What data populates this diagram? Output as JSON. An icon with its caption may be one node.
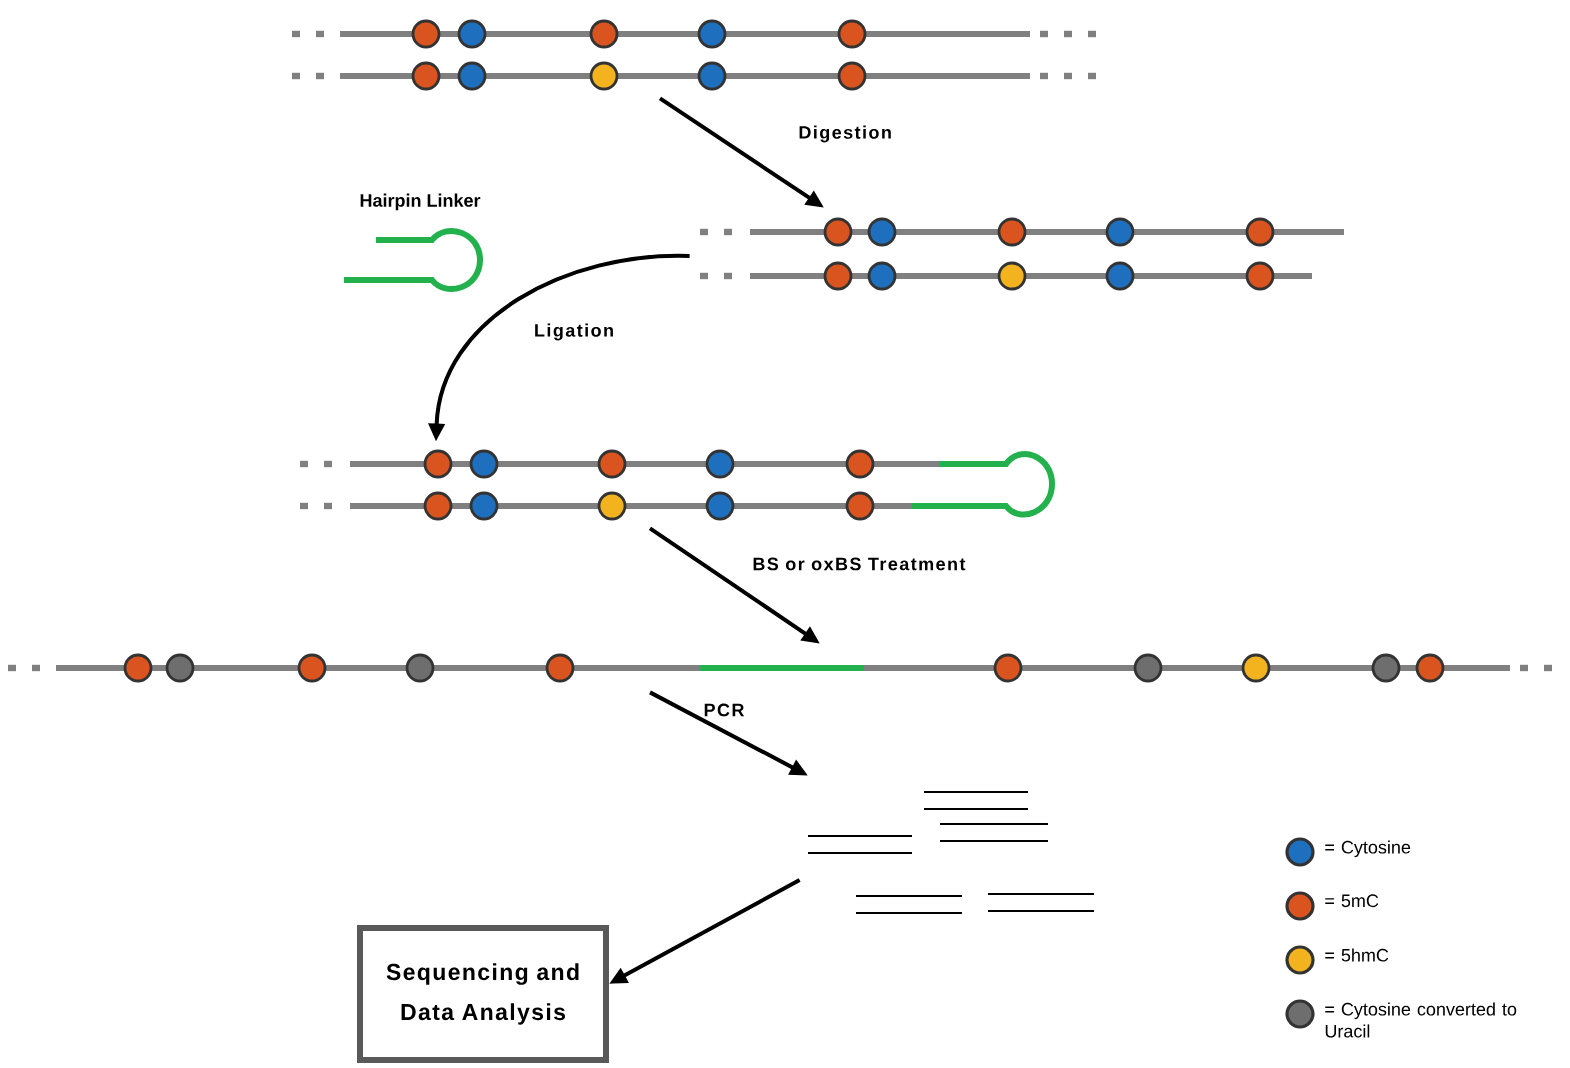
{
  "diagram": {
    "nodes": [
      {
        "text": [],
        "shape": "picture"
      },
      {
        "text": [],
        "shape": "picture"
      },
      {
        "text": [],
        "shape": "picture"
      },
      {
        "text": [],
        "shape": "picture"
      },
      {
        "text": [],
        "shape": "picture"
      },
      {
        "text": [
          "Sequencing and Data Analysis"
        ]
      }
    ],
    "edges": [
      {
        "from": 0,
        "to": 1,
        "arrow": "to",
        "label": "Digestion"
      },
      {
        "from": 1,
        "to": 2,
        "arrow": "to",
        "label": "Ligation"
      },
      {
        "from": 2,
        "to": 3,
        "arrow": "to",
        "label": "BS or oxBS Treatment"
      },
      {
        "from": 3,
        "to": 4,
        "arrow": "to",
        "label": "PCR"
      },
      {
        "from": 4,
        "to": 5,
        "arrow": "to"
      }
    ],
    "labels": [
      "Hairpin Linker"
    ],
    "legend": [
      {
        "text": "= Cytosine",
        "color": "#1f6fbf"
      },
      {
        "text": "= 5mC",
        "color": "#d9541e"
      },
      {
        "text": "= 5hmC",
        "color": "#f2b31e"
      },
      {
        "text": "= Cytosine converted to Uracil",
        "color": "#6e6e6e"
      }
    ]
  }
}
